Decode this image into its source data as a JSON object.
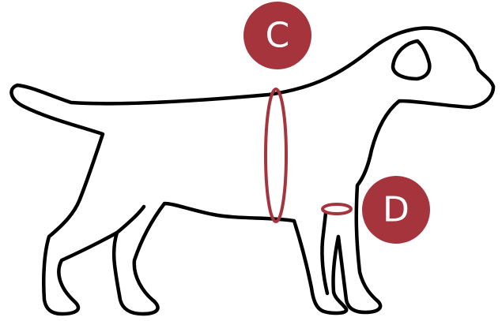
{
  "diagram": {
    "subject": "dog-silhouette",
    "accent_color": "#a5343d",
    "outline_color": "#000000",
    "markers": [
      {
        "id": "C",
        "label": "C",
        "measures": "chest-girth"
      },
      {
        "id": "D",
        "label": "D",
        "measures": "leg-circumference"
      }
    ]
  }
}
